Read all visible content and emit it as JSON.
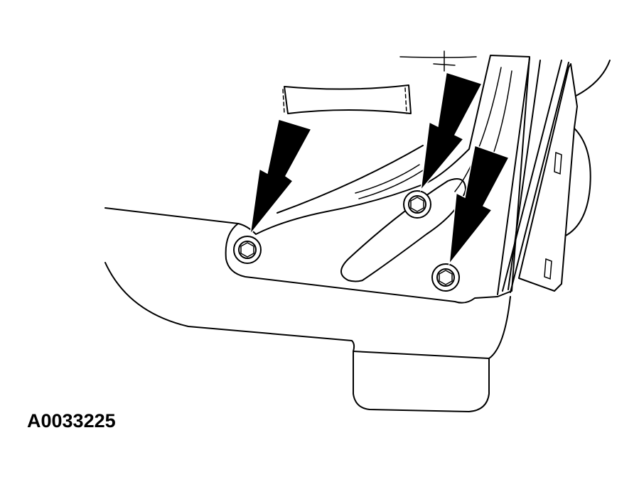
{
  "figure": {
    "id_label": "A0033225"
  },
  "callouts": [
    {
      "name": "arrow-to-bolt-left",
      "target": "bolt-left"
    },
    {
      "name": "arrow-to-bolt-upper-middle",
      "target": "bolt-upper-middle"
    },
    {
      "name": "arrow-to-bolt-lower-right",
      "target": "bolt-lower-right"
    }
  ],
  "colors": {
    "ink": "#000000",
    "paper": "#ffffff"
  }
}
